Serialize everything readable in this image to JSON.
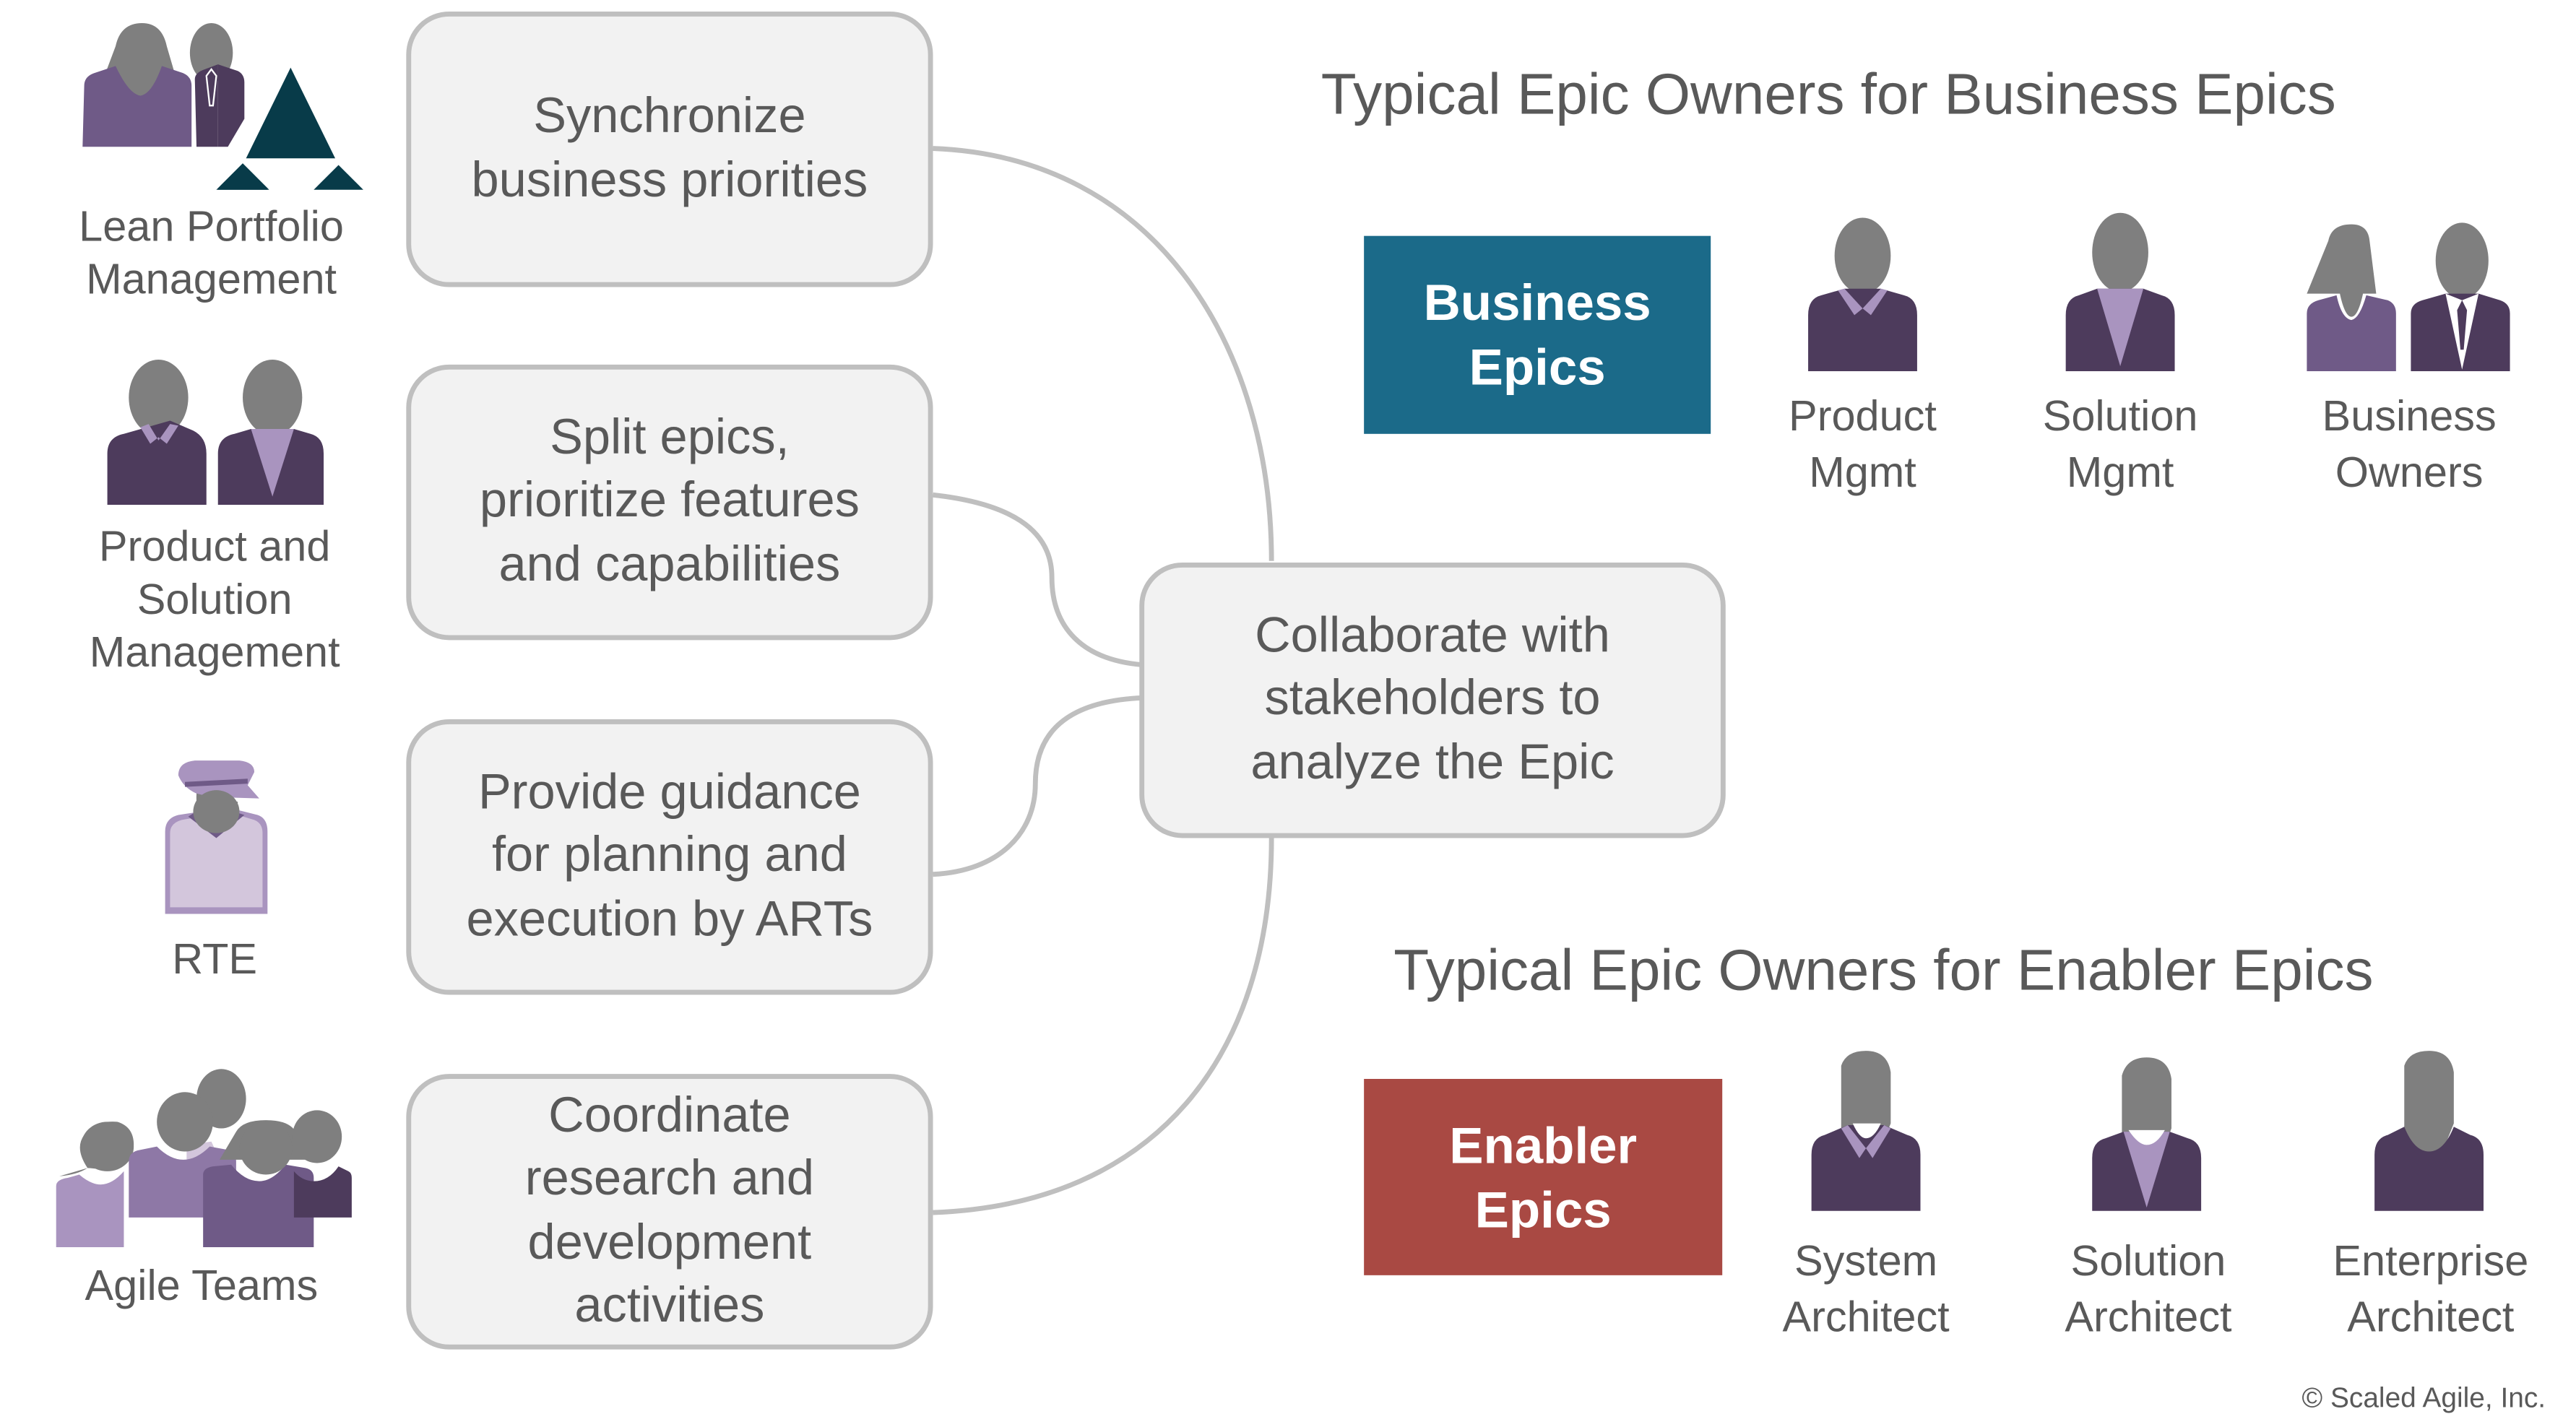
{
  "roles": [
    {
      "label": "Lean Portfolio\nManagement",
      "icon": "lean-portfolio-management-icon"
    },
    {
      "label": "Product and\nSolution\nManagement",
      "icon": "product-solution-management-icon"
    },
    {
      "label": "RTE",
      "icon": "rte-icon"
    },
    {
      "label": "Agile Teams",
      "icon": "agile-teams-icon"
    }
  ],
  "tasks": [
    {
      "text": "Synchronize\nbusiness priorities"
    },
    {
      "text": "Split epics,\nprioritize features\nand capabilities"
    },
    {
      "text": "Provide guidance\nfor planning and\nexecution by ARTs"
    },
    {
      "text": "Coordinate\nresearch and\ndevelopment\nactivities"
    }
  ],
  "center": {
    "text": "Collaborate with\nstakeholders to\nanalyze the Epic"
  },
  "business": {
    "title": "Typical Epic Owners for Business Epics",
    "epic_label": "Business\nEpics",
    "color": "#1b6a89",
    "owners": [
      {
        "label": "Product\nMgmt",
        "icon": "product-manager-icon"
      },
      {
        "label": "Solution\nMgmt",
        "icon": "solution-manager-icon"
      },
      {
        "label": "Business\nOwners",
        "icon": "business-owners-icon"
      }
    ]
  },
  "enabler": {
    "title": "Typical Epic Owners for Enabler Epics",
    "epic_label": "Enabler\nEpics",
    "color": "#a94943",
    "owners": [
      {
        "label": "System\nArchitect",
        "icon": "system-architect-icon"
      },
      {
        "label": "Solution\nArchitect",
        "icon": "solution-architect-icon"
      },
      {
        "label": "Enterprise\nArchitect",
        "icon": "enterprise-architect-icon"
      }
    ]
  },
  "colors": {
    "box_fill": "#f2f2f2",
    "box_border": "#bfbfbf",
    "connector": "#bfbfbf",
    "head": "#7f7f7f",
    "suit_dark": "#4d3b5c",
    "suit_mid": "#6f5a87",
    "accent_light": "#a994bf",
    "rte_body": "#d3c6dc",
    "triangle": "#083b49"
  },
  "copyright": "© Scaled Agile, Inc."
}
